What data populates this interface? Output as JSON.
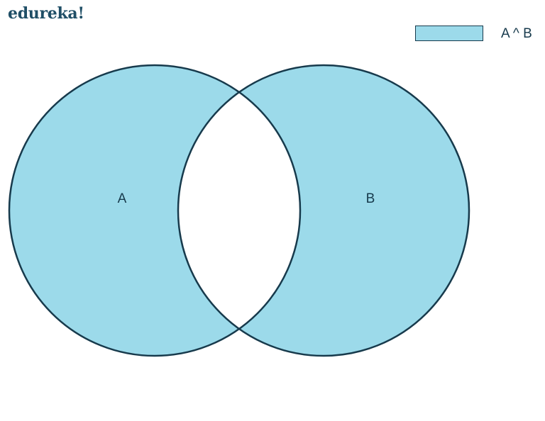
{
  "logo": {
    "text": "edureka!",
    "color": "#1f4e66"
  },
  "legend": {
    "label": "A ^ B",
    "swatch_color": "#9cdaea"
  },
  "venn": {
    "sets": [
      {
        "label": "A"
      },
      {
        "label": "B"
      }
    ],
    "shaded_region": "symmetric difference (A or B, excluding overlap)",
    "fill_color": "#9cdaea",
    "stroke_color": "#173a4c"
  }
}
